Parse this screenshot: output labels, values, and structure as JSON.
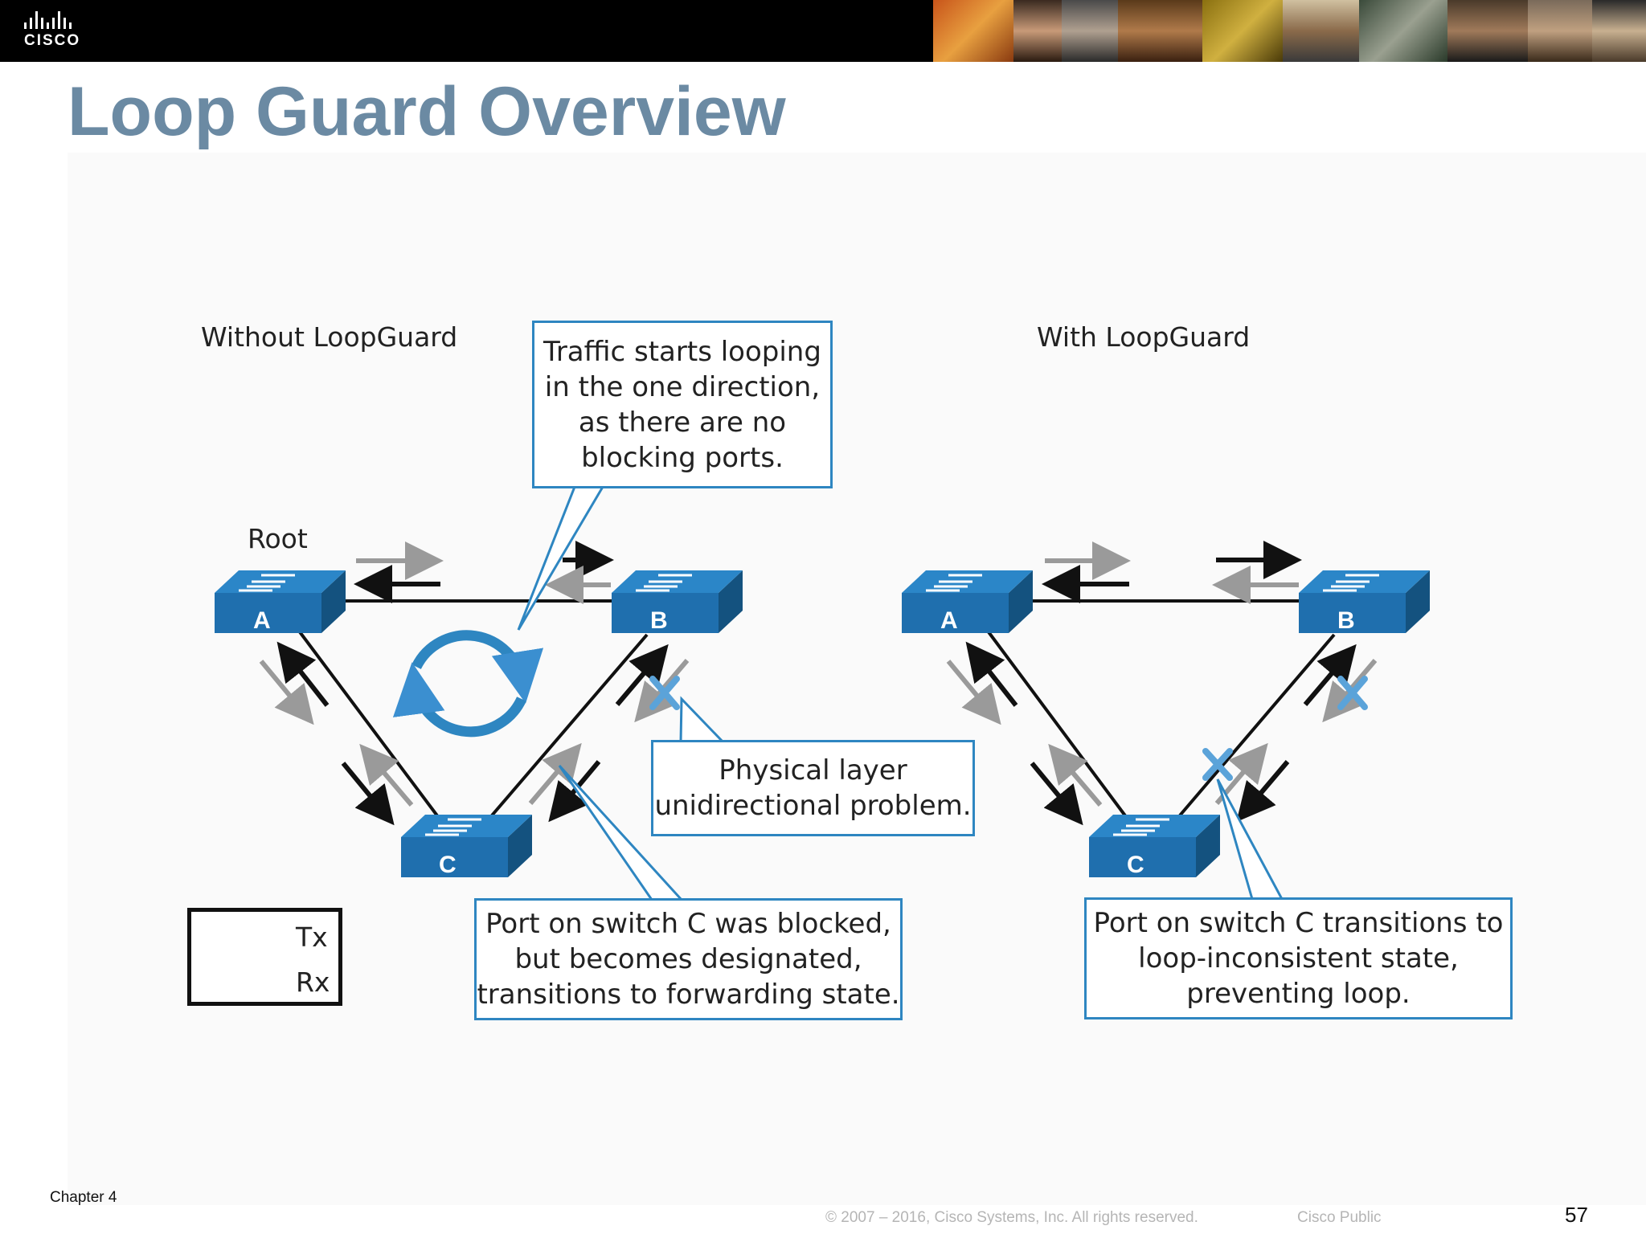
{
  "header": {
    "logo_text": "CISCO",
    "title": "Loop Guard Overview"
  },
  "diagram": {
    "left_panel": {
      "heading": "Without LoopGuard",
      "root_label": "Root",
      "switches": [
        "A",
        "B",
        "C"
      ],
      "callout_top": [
        "Traffic starts looping",
        "in the one direction,",
        "as there are no",
        "blocking ports."
      ],
      "callout_middle": [
        "Physical layer",
        "unidirectional problem."
      ],
      "callout_bottom": [
        "Port on switch C was blocked,",
        "but becomes designated,",
        "transitions to forwarding state."
      ]
    },
    "right_panel": {
      "heading": "With LoopGuard",
      "switches": [
        "A",
        "B",
        "C"
      ],
      "callout_bottom": [
        "Port on switch C transitions to",
        "loop-inconsistent state,",
        "preventing loop."
      ]
    },
    "legend": {
      "tx": "Tx",
      "rx": "Rx"
    },
    "colors": {
      "switch_blue": "#1f6fae",
      "callout_border": "#2e86c1",
      "tx_arrow": "#9a9a9a",
      "rx_arrow": "#111111",
      "fault_x": "#5ba3d9"
    }
  },
  "footer": {
    "chapter": "Chapter 4",
    "copyright": "© 2007 – 2016, Cisco Systems, Inc. All rights reserved.",
    "classification": "Cisco Public",
    "page_number": "57"
  }
}
